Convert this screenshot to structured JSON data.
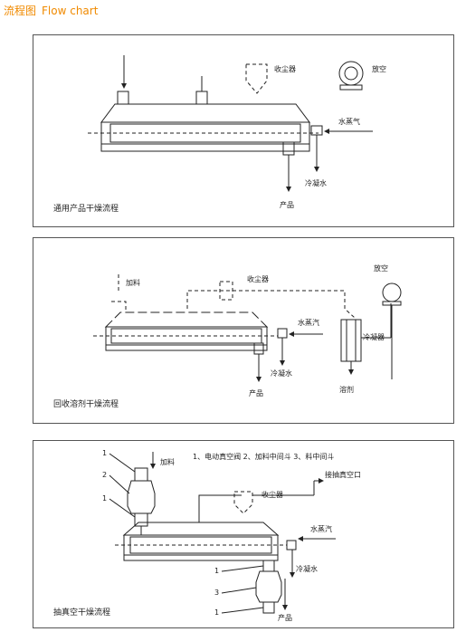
{
  "header": {
    "title_cn": "流程图",
    "title_en": "Flow chart"
  },
  "panel1": {
    "caption": "通用产品干燥流程",
    "dust_collector": "收尘器",
    "vent": "放空",
    "steam": "水蒸气",
    "condensate": "冷凝水",
    "product": "产品"
  },
  "panel2": {
    "caption": "回收溶剂干燥流程",
    "feed": "加料",
    "dust_collector": "收尘器",
    "vent": "放空",
    "steam": "水蒸汽",
    "condenser": "冷凝器",
    "condensate": "冷凝水",
    "product": "产品",
    "solvent": "溶剂"
  },
  "panel3": {
    "caption": "抽真空干燥流程",
    "legend": "1、电动真空阀 2、加料中间斗 3、料中间斗",
    "feed": "加料",
    "dust_collector": "收尘器",
    "vacuum": "接抽真空口",
    "steam": "水蒸汽",
    "condensate": "冷凝水",
    "product": "产品",
    "n1": "1",
    "n2": "2",
    "n3": "1",
    "n4": "1",
    "n5": "3",
    "n6": "1"
  }
}
